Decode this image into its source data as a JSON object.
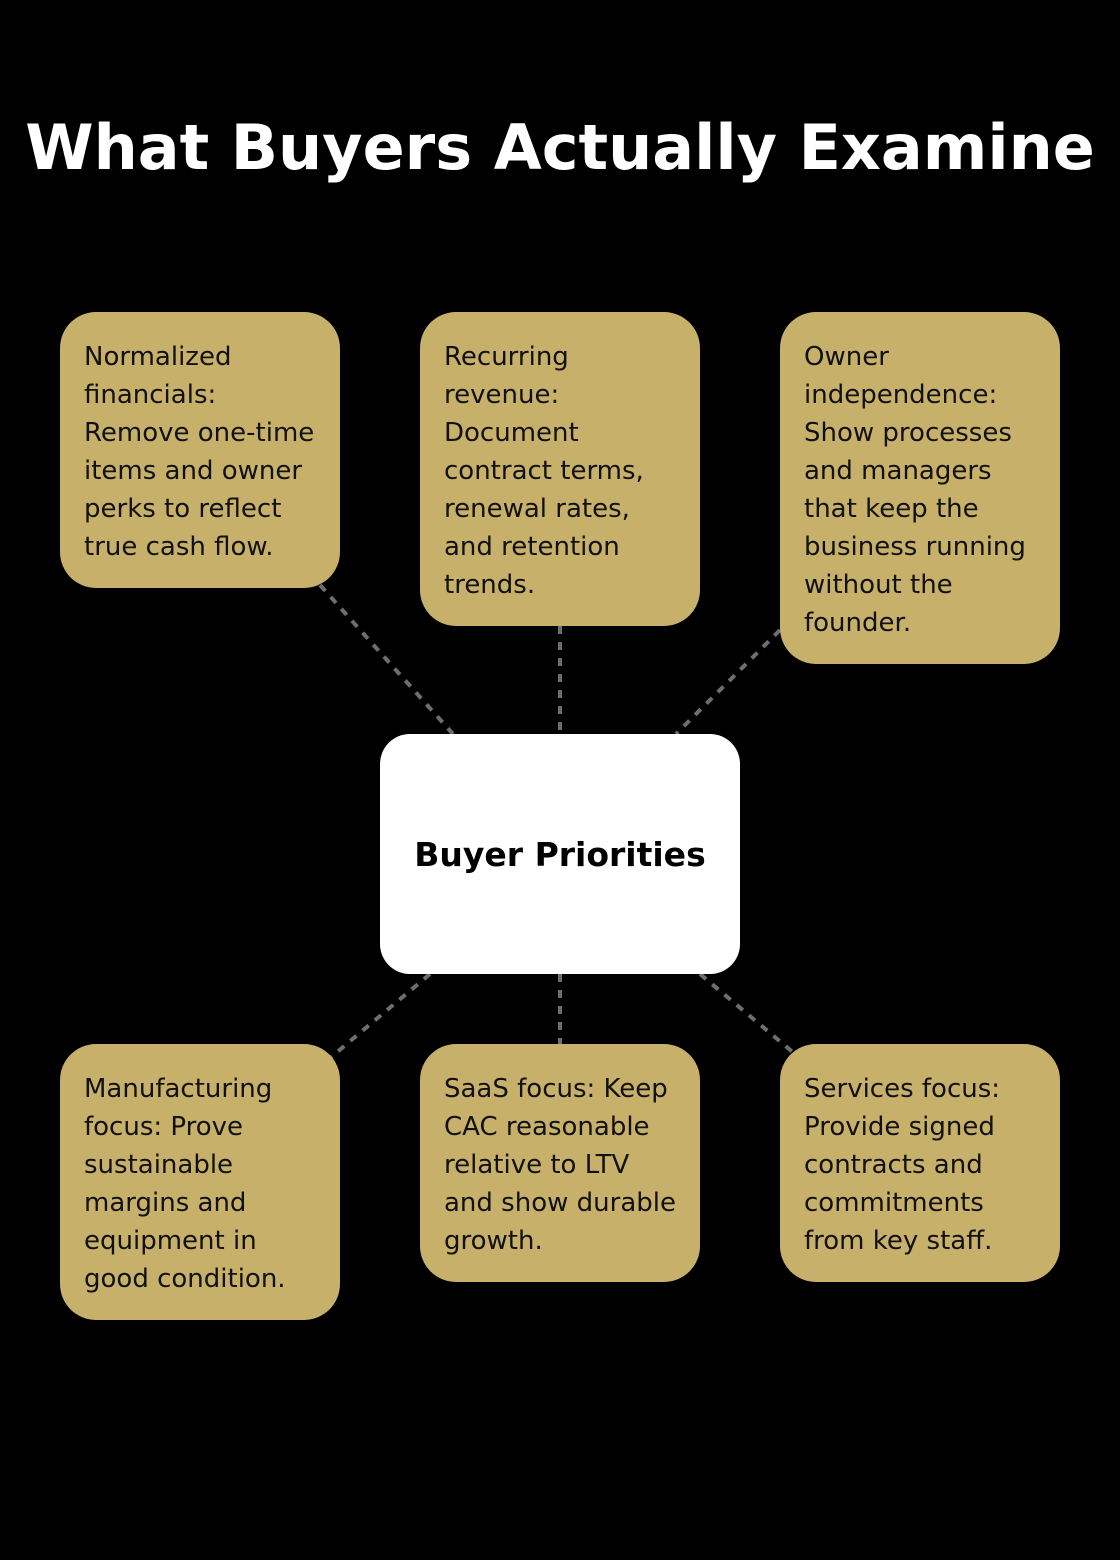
{
  "title": "What Buyers Actually Examine",
  "center": {
    "label": "Buyer Priorities"
  },
  "nodes": [
    {
      "id": "normalized-financials",
      "text": "Normalized financials: Remove one-time items and owner perks to reflect true cash flow."
    },
    {
      "id": "recurring-revenue",
      "text": "Recurring revenue: Document contract terms, renewal rates, and retention trends."
    },
    {
      "id": "owner-independence",
      "text": "Owner independence: Show processes and managers that keep the business running without the founder."
    },
    {
      "id": "manufacturing-focus",
      "text": "Manufacturing focus: Prove sustainable margins and equipment in good condition."
    },
    {
      "id": "saas-focus",
      "text": "SaaS focus: Keep CAC reasonable relative to LTV and show durable growth."
    },
    {
      "id": "services-focus",
      "text": "Services focus: Provide signed contracts and commitments from key staff."
    }
  ],
  "colors": {
    "background": "#000000",
    "node_fill": "#c7b06a",
    "center_fill": "#ffffff",
    "connector": "#6e6e6e"
  }
}
